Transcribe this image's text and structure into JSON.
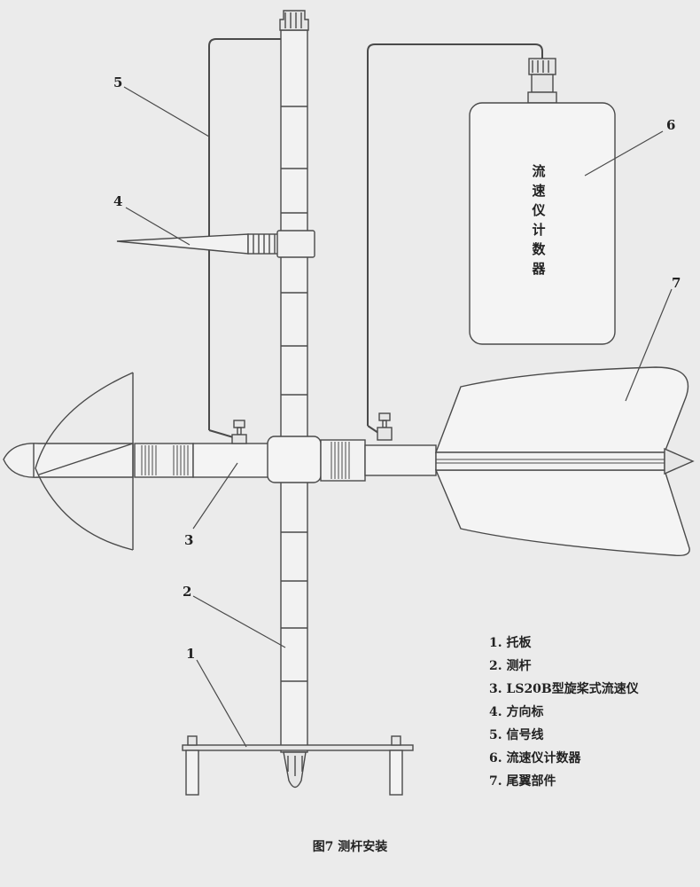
{
  "callouts": [
    "1",
    "2",
    "3",
    "4",
    "5",
    "6",
    "7"
  ],
  "counter_text": [
    "流",
    "速",
    "仪",
    "计",
    "数",
    "器"
  ],
  "legend": [
    "1. 托板",
    "2. 测杆",
    "3. LS20B型旋桨式流速仪",
    "4. 方向标",
    "5. 信号线",
    "6. 流速仪计数器",
    "7. 尾翼部件"
  ],
  "caption": "图7  测杆安装",
  "colors": {
    "background": "#ebebeb",
    "stroke": "#4a4a4a",
    "text": "#222222"
  }
}
